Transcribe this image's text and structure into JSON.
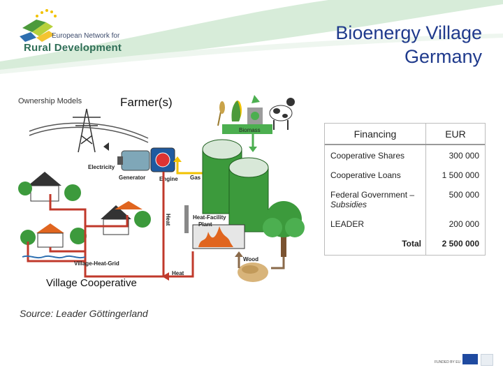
{
  "logo": {
    "line1": "European Network for",
    "line2": "Rural Development"
  },
  "title": {
    "line1": "Bioenergy Village",
    "line2": "Germany"
  },
  "diagram": {
    "ownership_models": "Ownership Models",
    "farmers": "Farmer(s)",
    "biomass": "Biomass",
    "electricity": "Electricity",
    "generator": "Generator",
    "engine": "Engine",
    "gas": "Gas",
    "heat_vertical": "Heat",
    "heat_facility_line1": "Heat-Facility",
    "heat_facility_line2": "Plant",
    "wood": "Wood",
    "village_heat_grid": "Village-Heat-Grid",
    "heat": "Heat",
    "village_cooperative": "Village Cooperative"
  },
  "source": "Source: Leader Göttingerland",
  "financing": {
    "headers": [
      "Financing",
      "EUR"
    ],
    "rows": [
      {
        "label": "Cooperative Shares",
        "sublabel": "",
        "value": "300 000"
      },
      {
        "label": "Cooperative Loans",
        "sublabel": "",
        "value": "1 500 000"
      },
      {
        "label": "Federal Government –",
        "sublabel": "Subsidies",
        "value": "500 000"
      },
      {
        "label": "LEADER",
        "sublabel": "",
        "value": "200 000"
      }
    ],
    "total_label": "Total",
    "total_value": "2 500 000"
  },
  "footer": {
    "text": "FUNDED BY EU"
  },
  "colors": {
    "title": "#1f3a8c",
    "pipe": "#c0392b",
    "green_pipe": "#4caf50",
    "tank": "#3c9a3c"
  }
}
